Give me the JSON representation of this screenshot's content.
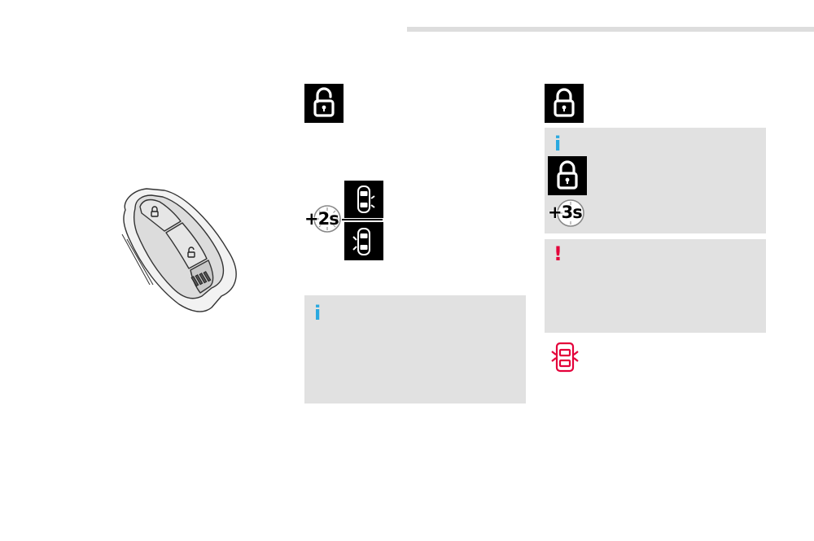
{
  "colors": {
    "info": "#29a9e0",
    "warning": "#e4003a",
    "panel": "#e1e1e1",
    "icon_bg": "#000000"
  },
  "icons": {
    "key_fob": "key-fob-illustration",
    "unlock": "padlock-open-icon",
    "lock": "padlock-closed-icon",
    "info": "info-icon",
    "warning": "warning-icon",
    "timer": "stopwatch-icon",
    "car_door": "car-door-open-icon",
    "car_alarm": "car-alarm-icon"
  },
  "left_column": {
    "timer_label": "+2s"
  },
  "right_column": {
    "info_mark": "i",
    "timer_label": "+3s",
    "warning_mark": "!"
  },
  "center_column": {
    "info_mark": "i"
  }
}
